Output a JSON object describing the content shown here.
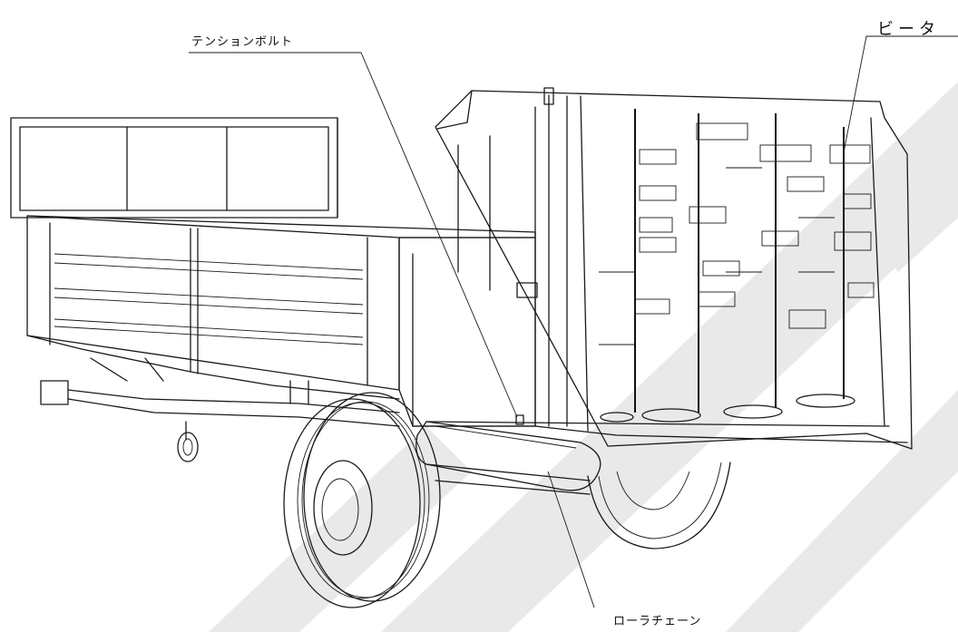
{
  "figure": {
    "labels": {
      "tension_bolt": "テンションボルト",
      "beater": "ビータ",
      "roller_chain": "ローラチェーン"
    }
  }
}
